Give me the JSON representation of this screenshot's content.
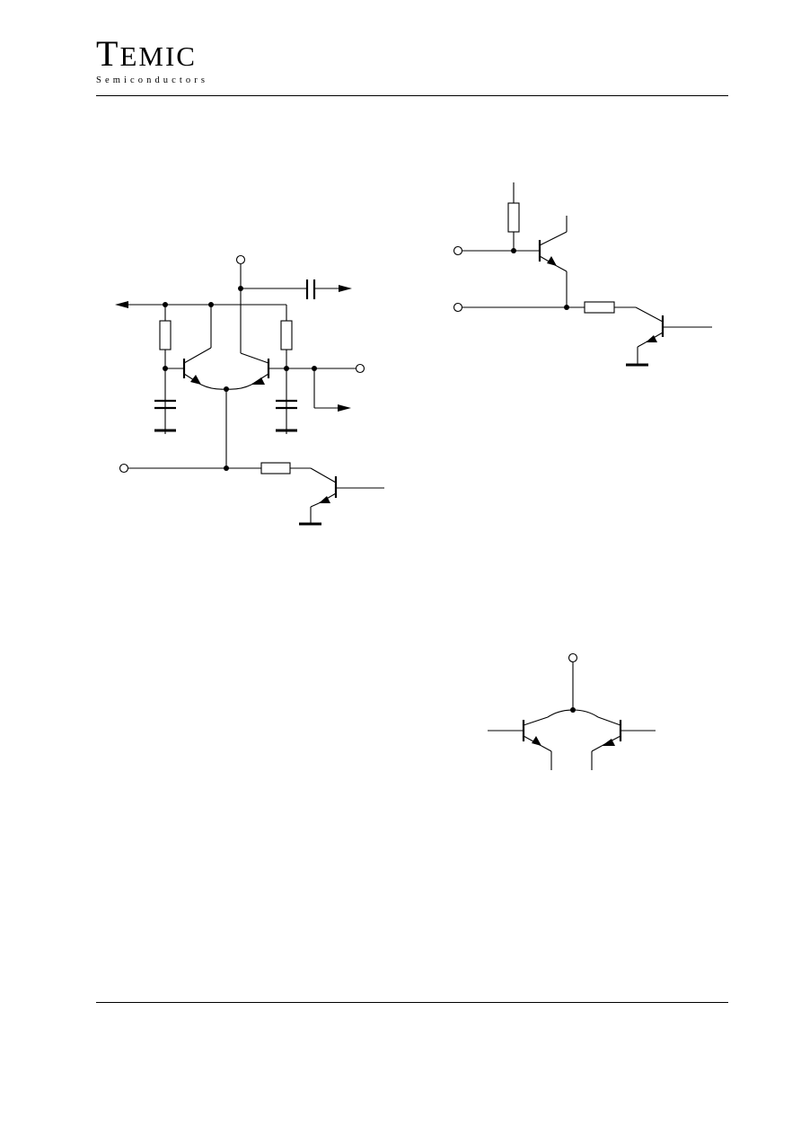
{
  "header": {
    "logo_first": "T",
    "logo_rest": "EMIC",
    "logo_sub": "Semiconductors"
  },
  "colors": {
    "ink": "#000000",
    "paper": "#ffffff"
  },
  "diagrams": [
    {
      "id": "differential-amplifier-with-current-source"
    },
    {
      "id": "emitter-follower-driving-current-source"
    },
    {
      "id": "long-tailed-pair"
    }
  ]
}
